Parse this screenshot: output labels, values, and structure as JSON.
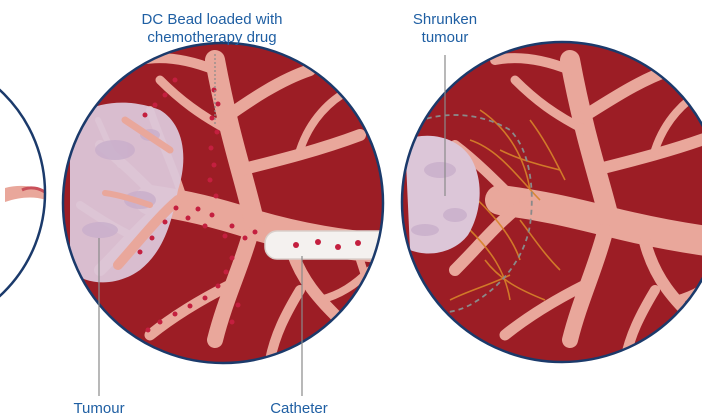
{
  "labels": {
    "dc_bead_line1": "DC Bead loaded with",
    "dc_bead_line2": "chemotherapy drug",
    "shrunken_line1": "Shrunken",
    "shrunken_line2": "tumour",
    "tumour": "Tumour",
    "catheter": "Catheter"
  },
  "colors": {
    "label_text": "#1f5fa3",
    "circle_outline": "#1b3a6b",
    "tissue_background": "#9c1d25",
    "vessel": "#e9a79b",
    "tumour_mass": "#dcc6d8",
    "bead": "#c41f3f",
    "catheter": "#f4f1ef",
    "capillary": "#d7842a",
    "leader_line": "#8a8a8a"
  }
}
